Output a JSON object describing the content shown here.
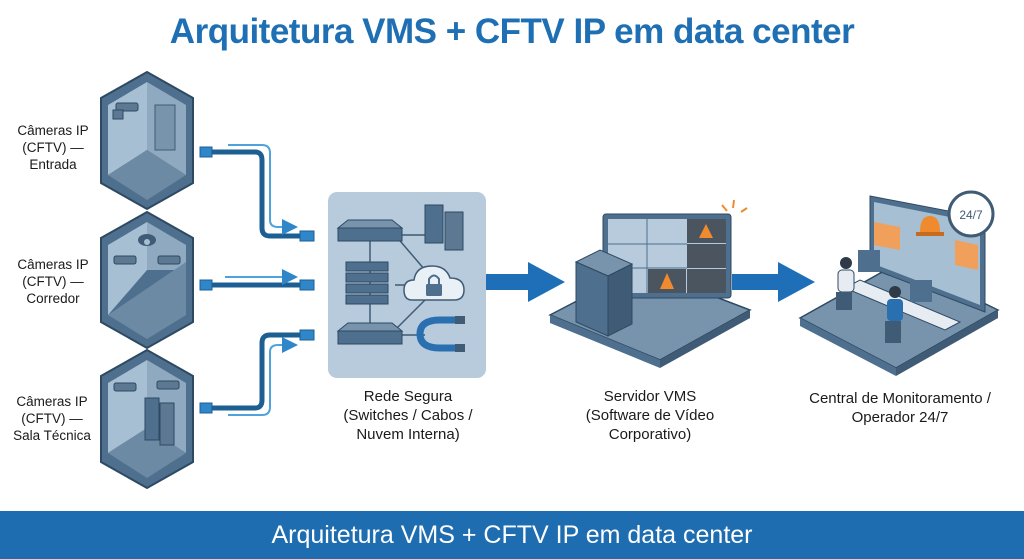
{
  "title": "Arquitetura VMS + CFTV IP em data center",
  "footer": "Arquitetura VMS + CFTV IP em data center",
  "colors": {
    "accent": "#1e6fb3",
    "footer_bg": "#1d6db0",
    "room_fill": "#8fa9c0",
    "alert": "#f08a2e"
  },
  "cameras": [
    {
      "label_l1": "Câmeras IP",
      "label_l2": "(CFTV) —",
      "label_l3": "Entrada"
    },
    {
      "label_l1": "Câmeras IP",
      "label_l2": "(CFTV) —",
      "label_l3": "Corredor"
    },
    {
      "label_l1": "Câmeras IP",
      "label_l2": "(CFTV) —",
      "label_l3": "Sala Técnica"
    }
  ],
  "network": {
    "l1": "Rede Segura",
    "l2": "(Switches / Cabos /",
    "l3": "Nuvem Interna)"
  },
  "server": {
    "l1": "Servidor VMS",
    "l2": "(Software de Vídeo",
    "l3": "Corporativo)"
  },
  "monitoring": {
    "l1": "Central de Monitoramento /",
    "l2": "Operador 24/7",
    "clock": "24/7"
  }
}
